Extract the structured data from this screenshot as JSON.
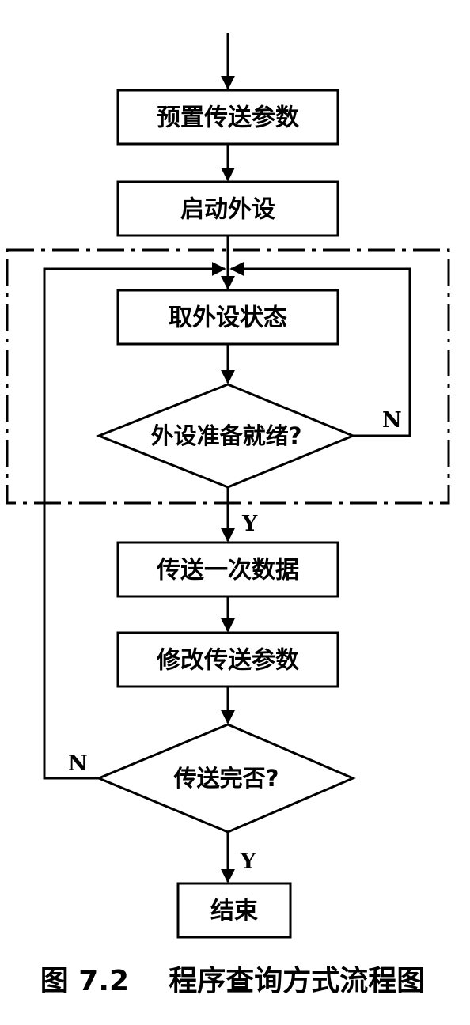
{
  "nodes": {
    "preset": "预置传送参数",
    "start_device": "启动外设",
    "get_status": "取外设状态",
    "ready_check": "外设准备就绪?",
    "transfer": "传送一次数据",
    "modify": "修改传送参数",
    "done_check": "传送完否?",
    "end": "结束"
  },
  "branches": {
    "ready_yes": "Y",
    "ready_no": "N",
    "done_yes": "Y",
    "done_no": "N"
  },
  "caption": "图 7.2    程序查询方式流程图"
}
